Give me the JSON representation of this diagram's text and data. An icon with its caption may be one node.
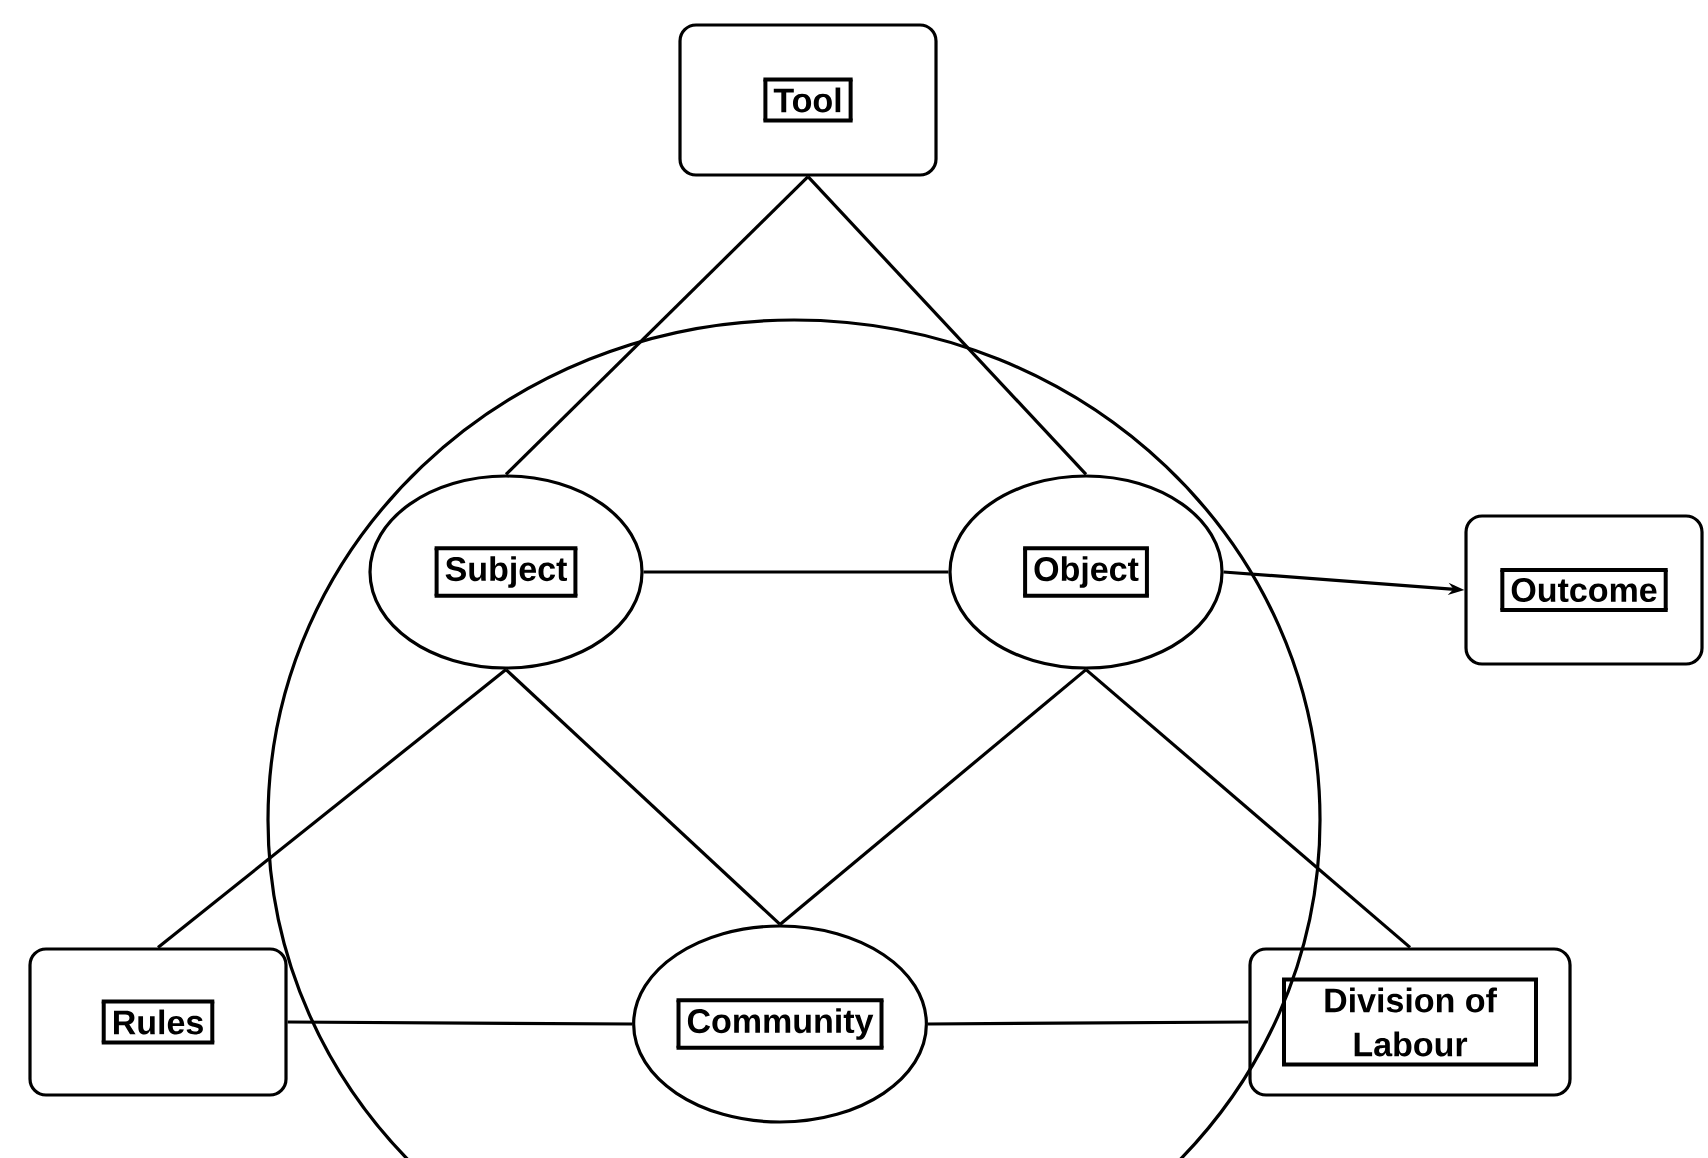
{
  "diagram": {
    "nodes": [
      {
        "text": [
          "Tool"
        ]
      },
      {
        "text": [
          "Subject"
        ]
      },
      {
        "text": [
          "Object"
        ]
      },
      {
        "text": [
          "Outcome"
        ]
      },
      {
        "text": [
          "Rules"
        ]
      },
      {
        "text": [
          "Community"
        ]
      },
      {
        "text": [
          "Division of Labour"
        ]
      }
    ],
    "edges": [
      {
        "from": 0,
        "to": 1,
        "arrow": "none"
      },
      {
        "from": 0,
        "to": 2,
        "arrow": "none"
      },
      {
        "from": 1,
        "to": 2,
        "arrow": "none"
      },
      {
        "from": 2,
        "to": 3,
        "arrow": "to"
      },
      {
        "from": 1,
        "to": 4,
        "arrow": "none"
      },
      {
        "from": 1,
        "to": 5,
        "arrow": "none"
      },
      {
        "from": 2,
        "to": 5,
        "arrow": "none"
      },
      {
        "from": 2,
        "to": 6,
        "arrow": "none"
      },
      {
        "from": 4,
        "to": 5,
        "arrow": "none"
      },
      {
        "from": 5,
        "to": 6,
        "arrow": "none"
      }
    ]
  }
}
